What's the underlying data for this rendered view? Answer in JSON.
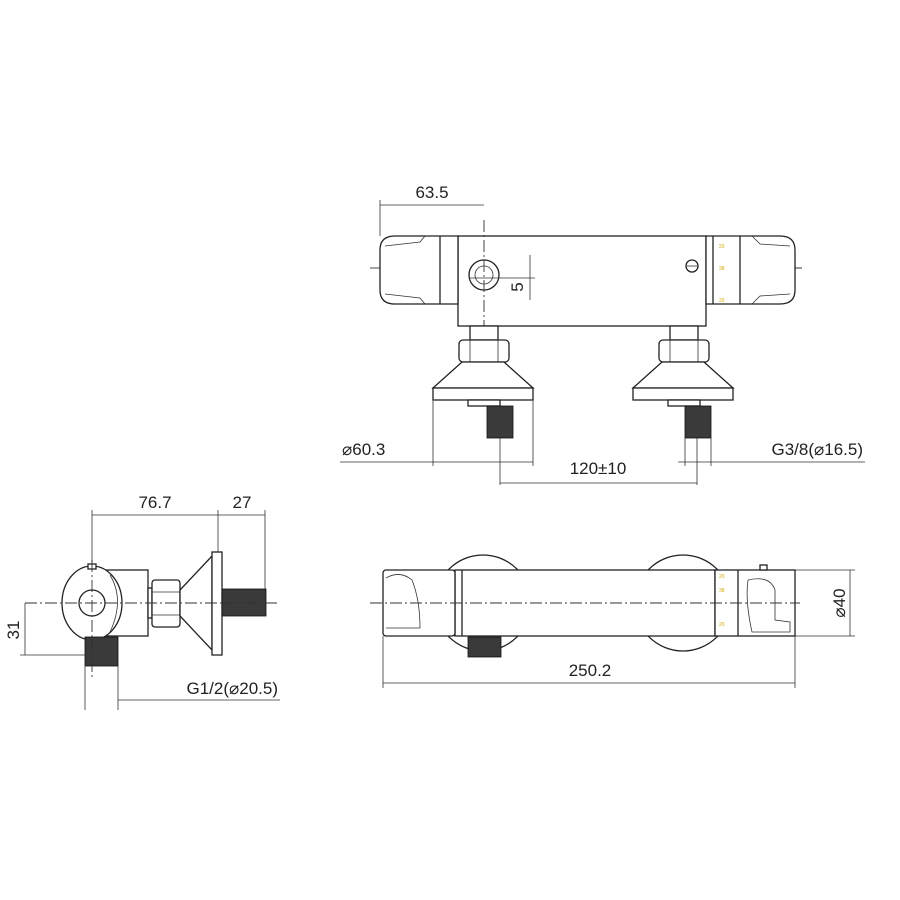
{
  "dimensions": {
    "top_width": "63.5",
    "top_offset": "5",
    "flange_diameter": "⌀60.3",
    "inlet_spacing": "120±10",
    "inlet_thread": "G3/8(⌀16.5)",
    "side_depth": "76.7",
    "side_thread_length": "27",
    "side_height": "31",
    "outlet_thread": "G1/2(⌀20.5)",
    "body_diameter": "⌀40",
    "overall_length": "250.2"
  },
  "scale_marks": [
    "20",
    "38",
    "20"
  ],
  "colors": {
    "line": "#222222",
    "scale": "#d4a800"
  }
}
